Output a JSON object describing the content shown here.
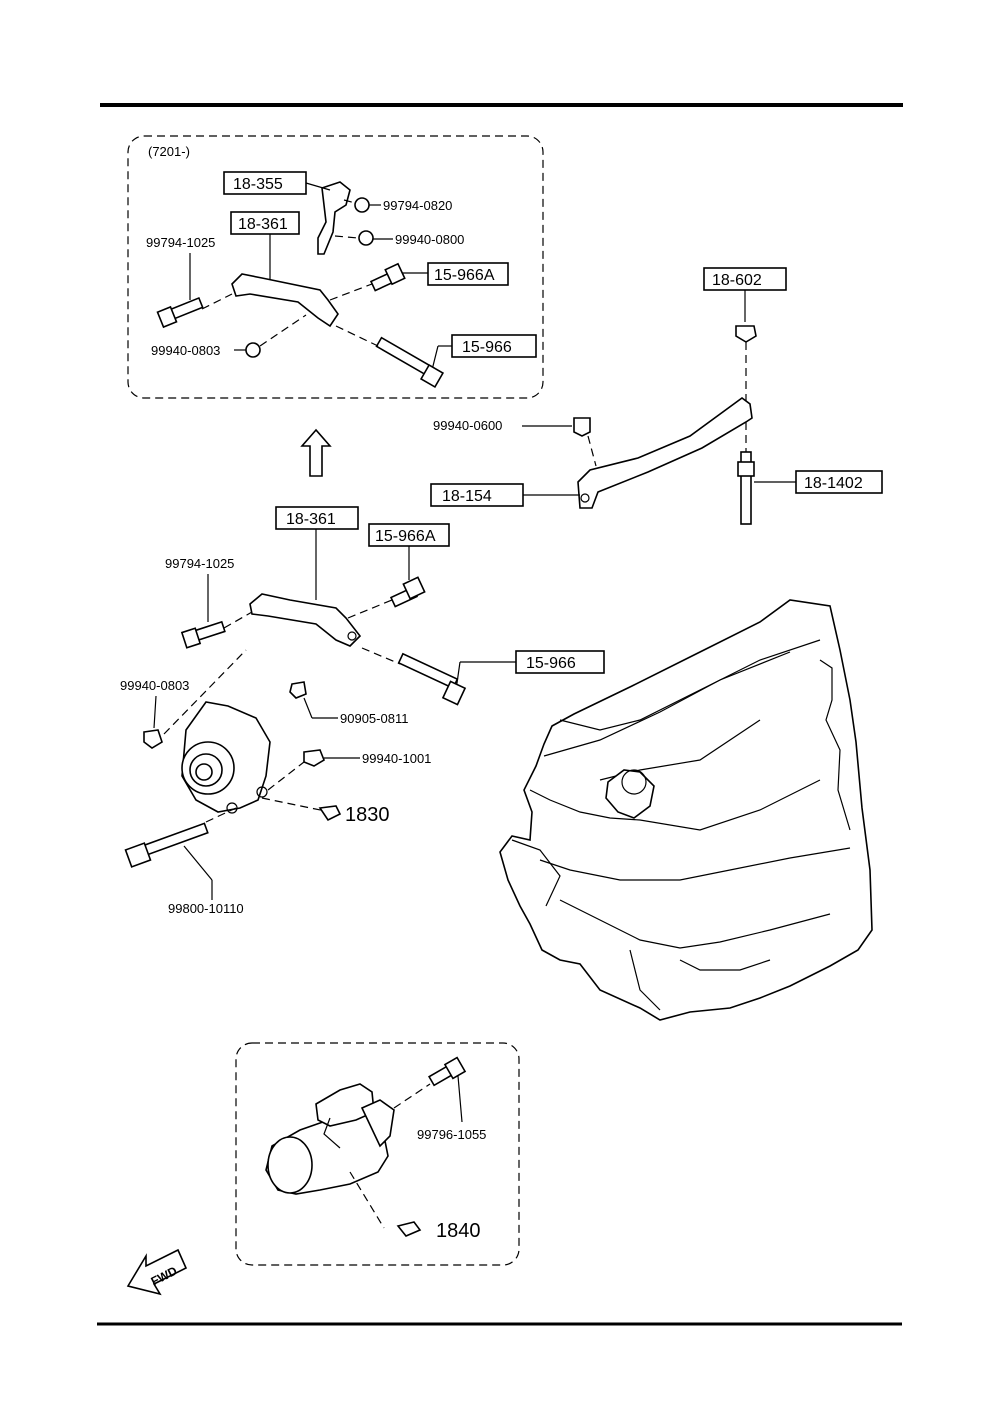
{
  "inset_top": {
    "variant": "(7201-)",
    "labels": {
      "p18_355": "18-355",
      "p99794_0820": "99794-0820",
      "p18_361": "18-361",
      "p99940_0800": "99940-0800",
      "p99794_1025": "99794-1025",
      "p15_966A": "15-966A",
      "p99940_0803": "99940-0803",
      "p15_966": "15-966"
    }
  },
  "main": {
    "labels": {
      "p18_361": "18-361",
      "p15_966A": "15-966A",
      "p99794_1025": "99794-1025",
      "p15_966": "15-966",
      "p99940_0803": "99940-0803",
      "p90905_0811": "90905-0811",
      "p99940_1001": "99940-1001",
      "p1830": "1830",
      "p99800_10110": "99800-10110"
    }
  },
  "glow": {
    "labels": {
      "p18_602": "18-602",
      "p99940_0600": "99940-0600",
      "p18_154": "18-154",
      "p18_1402": "18-1402"
    }
  },
  "starter_inset": {
    "labels": {
      "p99796_1055": "99796-1055",
      "p1840": "1840"
    }
  },
  "fwd_label": "FWD",
  "line_color": "#000000",
  "background_color": "#ffffff"
}
